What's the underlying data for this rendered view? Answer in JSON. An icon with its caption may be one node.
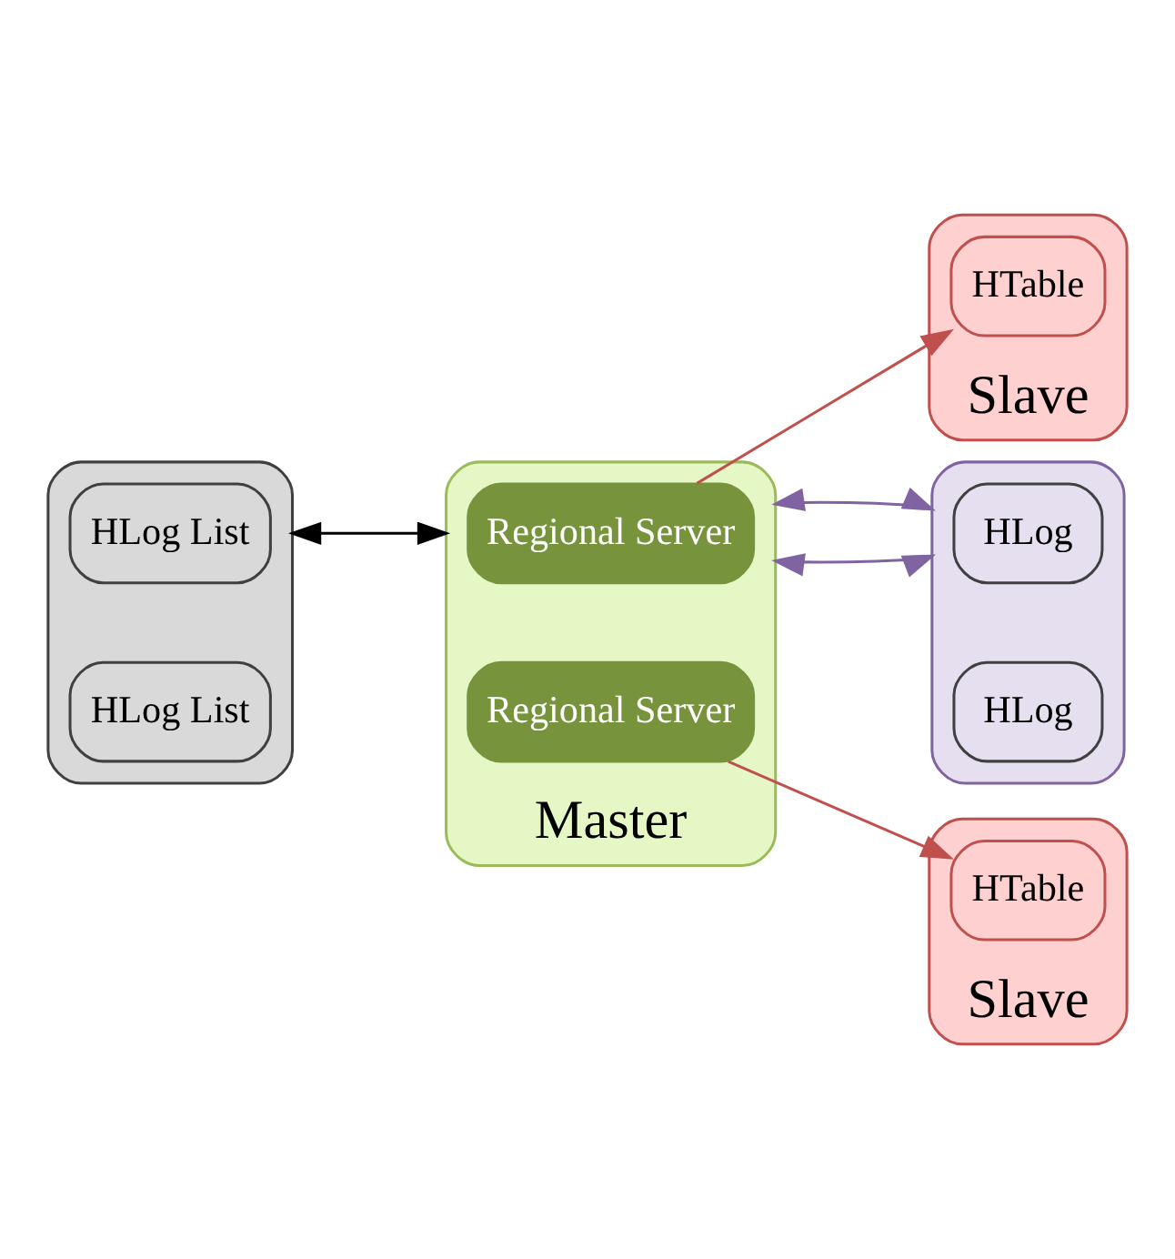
{
  "diagram": {
    "nodes": [
      {
        "text": [],
        "shape": "box"
      },
      {
        "text": [
          "HLog List"
        ],
        "in": 0
      },
      {
        "text": [
          "HLog List"
        ],
        "in": 0
      },
      {
        "text": [
          "Master"
        ]
      },
      {
        "text": [
          "Regional Server"
        ],
        "in": 3
      },
      {
        "text": [
          "Regional Server"
        ],
        "in": 3
      },
      {
        "text": [
          "Slave"
        ]
      },
      {
        "text": [
          "HTable"
        ],
        "in": 6
      },
      {
        "text": [
          "Slave"
        ]
      },
      {
        "text": [
          "HTable"
        ],
        "in": 8
      },
      {
        "text": [],
        "shape": "box"
      },
      {
        "text": [
          "HLog"
        ],
        "in": 10
      },
      {
        "text": [
          "HLog"
        ],
        "in": 10
      }
    ],
    "edges": [
      {
        "from": 0,
        "to": 3,
        "arrow": "both",
        "color": "#000000"
      },
      {
        "from": 4,
        "to": 7,
        "arrow": "to",
        "color": "#c0504d"
      },
      {
        "from": 5,
        "to": 9,
        "arrow": "to",
        "color": "#c0504d"
      },
      {
        "from": 3,
        "to": 10,
        "arrow": "both",
        "color": "#8064a2"
      },
      {
        "from": 3,
        "to": 10,
        "arrow": "both",
        "color": "#8064a2"
      }
    ]
  }
}
